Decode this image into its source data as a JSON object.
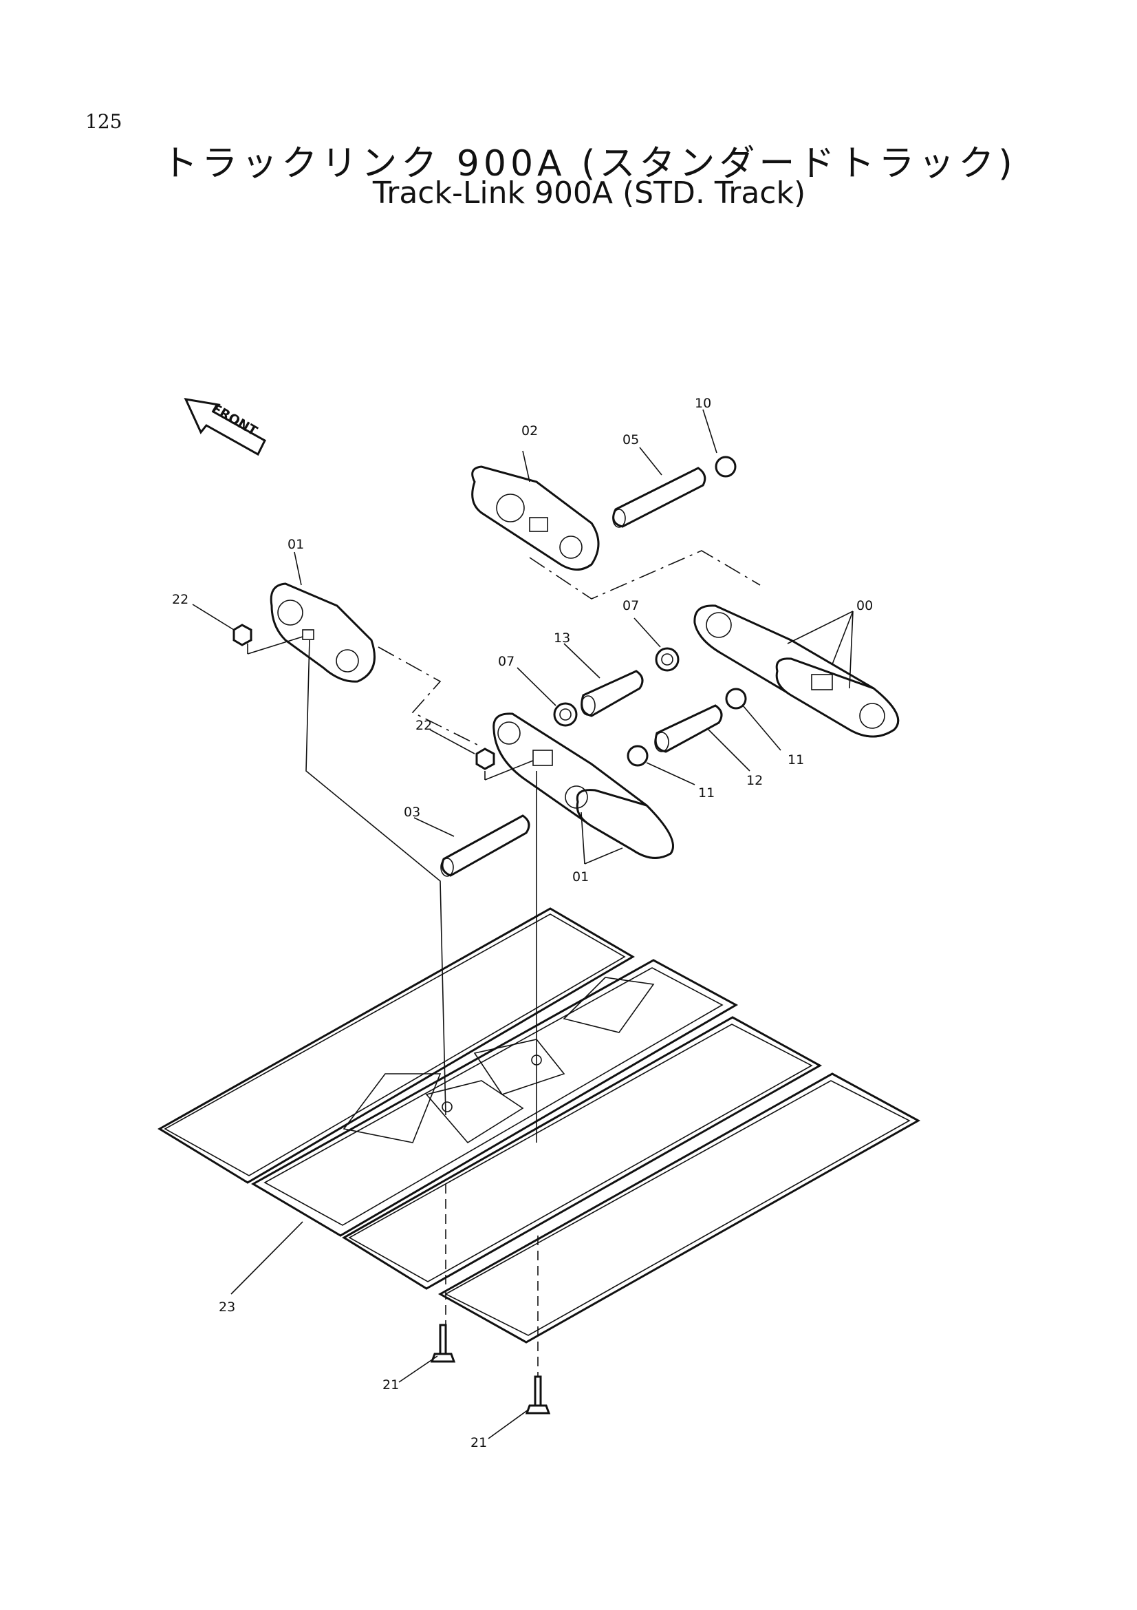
{
  "page": {
    "number": "125"
  },
  "title": {
    "japanese": "トラックリンク 900A (スタンダードトラック)",
    "english": "Track-Link 900A (STD. Track)"
  },
  "front_marker": {
    "label": "FRONT"
  },
  "callouts": {
    "c00": "00",
    "c01_top": "01",
    "c01_bottom": "01",
    "c02": "02",
    "c03": "03",
    "c05": "05",
    "c07_right": "07",
    "c07_left": "07",
    "c10": "10",
    "c11_right": "11",
    "c11_left": "11",
    "c12": "12",
    "c13": "13",
    "c21_left": "21",
    "c21_right": "21",
    "c22_top": "22",
    "c22_mid": "22",
    "c23": "23"
  }
}
